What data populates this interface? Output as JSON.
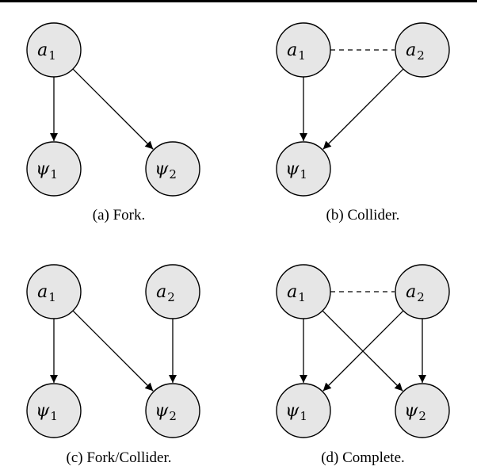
{
  "colors": {
    "node_fill": "#e6e6e6",
    "stroke": "#000000"
  },
  "panels": [
    {
      "caption": "(a) Fork.",
      "nodes": [
        {
          "id": "a1",
          "var": "a",
          "sub": "1"
        },
        {
          "id": "psi1",
          "var": "ψ",
          "sub": "1"
        },
        {
          "id": "psi2",
          "var": "ψ",
          "sub": "2"
        }
      ],
      "edges": [
        {
          "from": "a1",
          "to": "psi1",
          "style": "arrow"
        },
        {
          "from": "a1",
          "to": "psi2",
          "style": "arrow"
        }
      ]
    },
    {
      "caption": "(b) Collider.",
      "nodes": [
        {
          "id": "a1",
          "var": "a",
          "sub": "1"
        },
        {
          "id": "a2",
          "var": "a",
          "sub": "2"
        },
        {
          "id": "psi1",
          "var": "ψ",
          "sub": "1"
        }
      ],
      "edges": [
        {
          "from": "a1",
          "to": "a2",
          "style": "dashed"
        },
        {
          "from": "a1",
          "to": "psi1",
          "style": "arrow"
        },
        {
          "from": "a2",
          "to": "psi1",
          "style": "arrow"
        }
      ]
    },
    {
      "caption": "(c) Fork/Collider.",
      "nodes": [
        {
          "id": "a1",
          "var": "a",
          "sub": "1"
        },
        {
          "id": "a2",
          "var": "a",
          "sub": "2"
        },
        {
          "id": "psi1",
          "var": "ψ",
          "sub": "1"
        },
        {
          "id": "psi2",
          "var": "ψ",
          "sub": "2"
        }
      ],
      "edges": [
        {
          "from": "a1",
          "to": "psi1",
          "style": "arrow"
        },
        {
          "from": "a1",
          "to": "psi2",
          "style": "arrow"
        },
        {
          "from": "a2",
          "to": "psi2",
          "style": "arrow"
        }
      ]
    },
    {
      "caption": "(d) Complete.",
      "nodes": [
        {
          "id": "a1",
          "var": "a",
          "sub": "1"
        },
        {
          "id": "a2",
          "var": "a",
          "sub": "2"
        },
        {
          "id": "psi1",
          "var": "ψ",
          "sub": "1"
        },
        {
          "id": "psi2",
          "var": "ψ",
          "sub": "2"
        }
      ],
      "edges": [
        {
          "from": "a1",
          "to": "a2",
          "style": "dashed"
        },
        {
          "from": "a1",
          "to": "psi1",
          "style": "arrow"
        },
        {
          "from": "a1",
          "to": "psi2",
          "style": "arrow"
        },
        {
          "from": "a2",
          "to": "psi1",
          "style": "arrow"
        },
        {
          "from": "a2",
          "to": "psi2",
          "style": "arrow"
        }
      ]
    }
  ]
}
